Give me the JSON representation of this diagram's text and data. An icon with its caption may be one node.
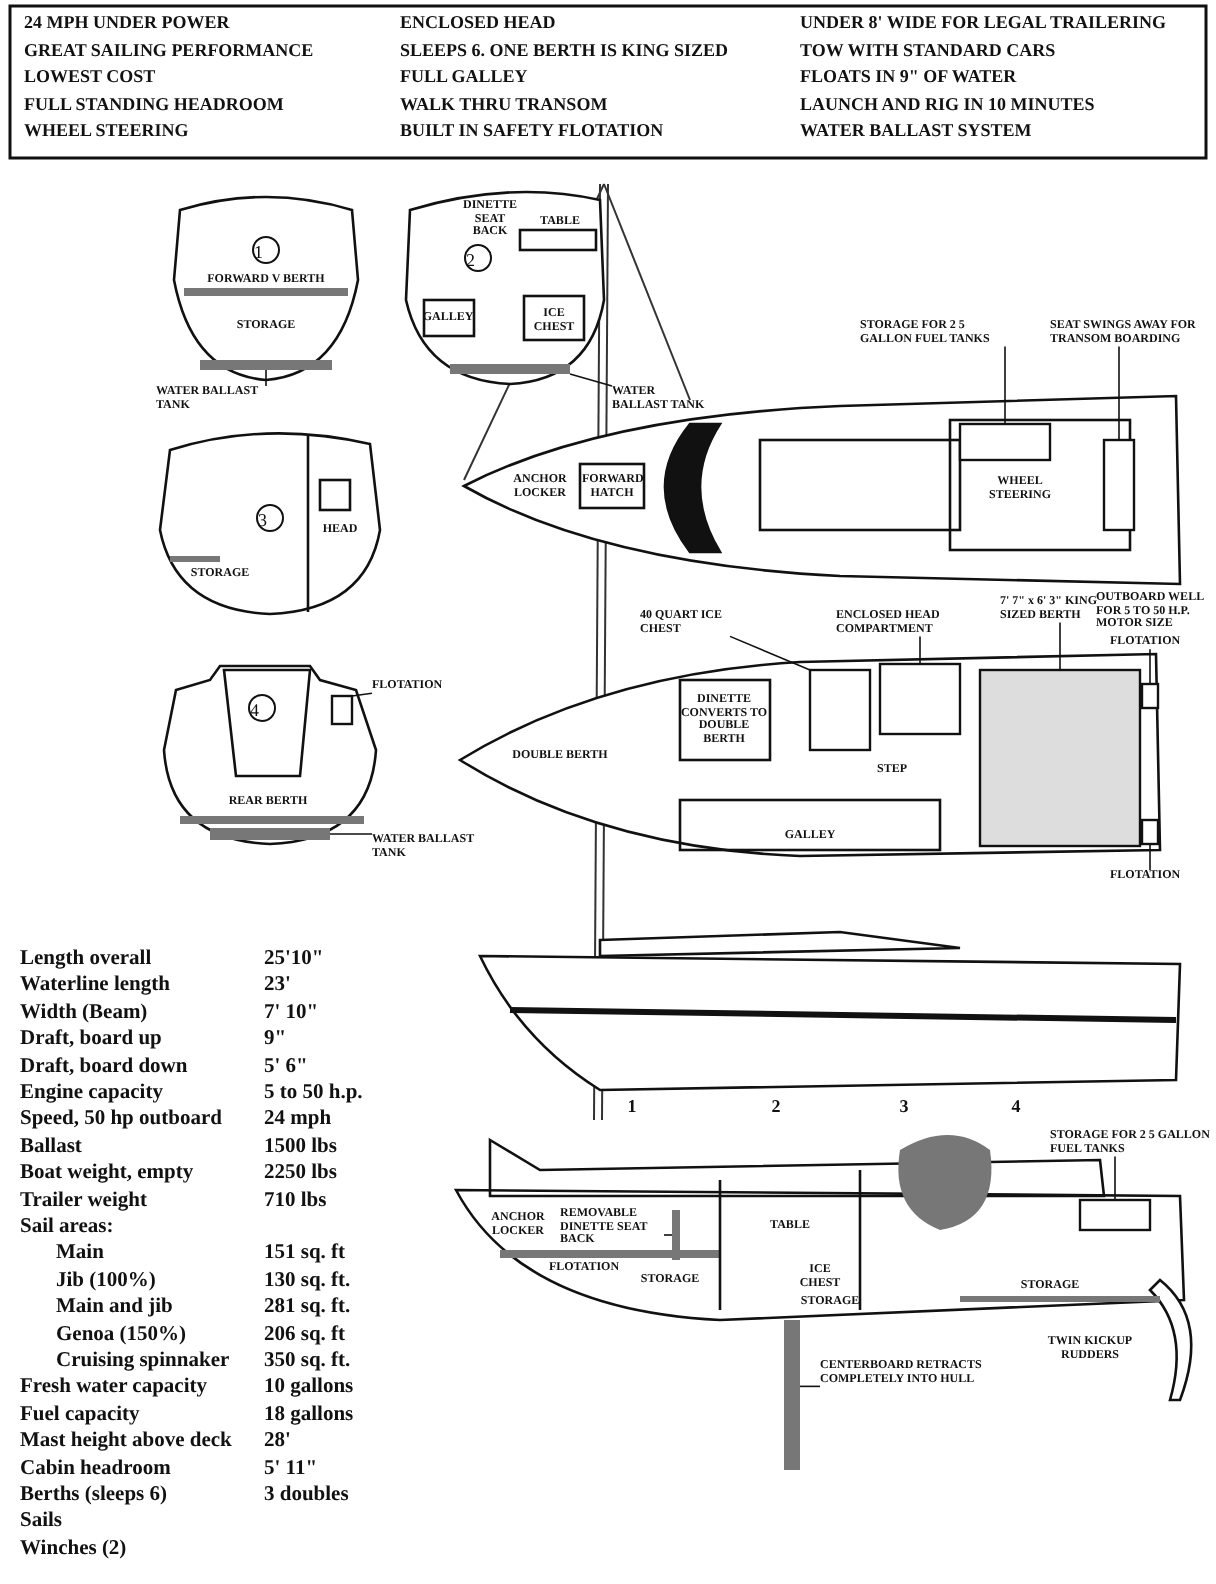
{
  "diagram": {
    "nodes": [
      {
        "text": [
          "1"
        ]
      },
      {
        "text": [
          "WATER BALLAST TANK"
        ]
      },
      {
        "text": [
          "2"
        ]
      },
      {
        "text": [
          "WATER BALLAST TANK"
        ]
      },
      {
        "text": [
          "3"
        ]
      },
      {
        "text": [
          "4"
        ]
      },
      {
        "text": [
          "FLOTATION"
        ]
      },
      {
        "text": [
          "WATER BALLAST TANK"
        ]
      },
      {
        "text": [
          "STORAGE FOR 2 5 GALLON FUEL TANKS"
        ]
      },
      {
        "text": [
          "SEAT SWINGS AWAY FOR TRANSOM BOARDING"
        ]
      },
      {
        "text": [
          "40 QUART ICE CHEST"
        ]
      },
      {
        "text": [
          "ENCLOSED HEAD COMPARTMENT"
        ]
      },
      {
        "text": [
          "7' 7\" x 6' 3\" KING SIZED BERTH"
        ]
      },
      {
        "text": [
          "FLOTATION"
        ]
      },
      {
        "text": [
          "FLOTATION"
        ]
      },
      {
        "text": [
          "REMOVABLE DINETTE SEAT BACK"
        ]
      },
      {
        "text": [
          "CENTERBOARD RETRACTS COMPLETELY INTO HULL"
        ]
      },
      {
        "text": [
          "STORAGE FOR 2 5 GALLON FUEL TANKS"
        ]
      },
      {
        "text": [],
        "shape": "bar"
      },
      {
        "text": [],
        "shape": "bar"
      },
      {
        "text": [],
        "shape": "box"
      },
      {
        "text": [],
        "shape": "bar"
      },
      {
        "text": [],
        "shape": "box"
      },
      {
        "text": [],
        "shape": "box"
      },
      {
        "text": [],
        "shape": "box"
      },
      {
        "text": [],
        "shape": "box"
      },
      {
        "text": [],
        "shape": "box"
      },
      {
        "text": [],
        "shape": "box"
      },
      {
        "text": [],
        "shape": "box"
      },
      {
        "text": [],
        "shape": "bar"
      },
      {
        "text": [],
        "shape": "bar"
      },
      {
        "text": [],
        "shape": "box"
      }
    ],
    "edges": [
      {
        "from": 1,
        "to": 18,
        "arrow": "none"
      },
      {
        "from": 3,
        "to": 19,
        "arrow": "none"
      },
      {
        "from": 6,
        "to": 20,
        "arrow": "none"
      },
      {
        "from": 7,
        "to": 21,
        "arrow": "none"
      },
      {
        "from": 8,
        "to": 22,
        "arrow": "none"
      },
      {
        "from": 9,
        "to": 23,
        "arrow": "none"
      },
      {
        "from": 10,
        "to": 24,
        "arrow": "none"
      },
      {
        "from": 11,
        "to": 25,
        "arrow": "none"
      },
      {
        "from": 12,
        "to": 26,
        "arrow": "none"
      },
      {
        "from": 13,
        "to": 27,
        "arrow": "none"
      },
      {
        "from": 14,
        "to": 28,
        "arrow": "none"
      },
      {
        "from": 15,
        "to": 29,
        "arrow": "none"
      },
      {
        "from": 16,
        "to": 30,
        "arrow": "none"
      },
      {
        "from": 17,
        "to": 31,
        "arrow": "none"
      }
    ],
    "labels": [
      "24 MPH UNDER POWER",
      "GREAT SAILING PERFORMANCE",
      "LOWEST COST",
      "FULL STANDING HEADROOM",
      "WHEEL STEERING",
      "ENCLOSED HEAD",
      "SLEEPS 6. ONE BERTH IS KING SIZED",
      "FULL GALLEY",
      "WALK THRU TRANSOM",
      "BUILT IN SAFETY FLOTATION",
      "UNDER 8' WIDE FOR LEGAL TRAILERING",
      "TOW WITH STANDARD CARS",
      "FLOATS IN 9\" OF WATER",
      "LAUNCH AND RIG IN 10 MINUTES",
      "WATER BALLAST SYSTEM",
      "FORWARD V BERTH",
      "STORAGE",
      "DINETTE SEAT BACK",
      "TABLE",
      "ICE CHEST",
      "GALLEY",
      "ANCHOR LOCKER",
      "FORWARD HATCH",
      "WHEEL STEERING",
      "HEAD",
      "STORAGE",
      "OUTBOARD WELL FOR 5 TO 50 H.P. MOTOR SIZE",
      "DOUBLE BERTH",
      "DINETTE CONVERTS TO DOUBLE BERTH",
      "STEP",
      "REAR BERTH",
      "GALLEY",
      "1",
      "2",
      "3",
      "4",
      "ANCHOR LOCKER",
      "TABLE",
      "ICE CHEST",
      "FLOTATION",
      "STORAGE",
      "STORAGE",
      "STORAGE",
      "TWIN KICKUP RUDDERS",
      "Length overall",
      "25'10\"",
      "Waterline length",
      "23'",
      "Width (Beam)",
      "7' 10\"",
      "Draft, board up",
      "9\"",
      "Draft, board down",
      "5' 6\"",
      "Engine capacity",
      "5 to 50 h.p.",
      "Speed, 50 hp outboard",
      "24 mph",
      "Ballast",
      "1500 lbs",
      "Boat weight, empty",
      "2250 lbs",
      "Trailer weight",
      "710 lbs",
      "Sail areas:",
      "Main",
      "151 sq. ft",
      "Jib (100%)",
      "130 sq. ft.",
      "Main and jib",
      "281 sq. ft.",
      "Genoa (150%)",
      "206 sq. ft",
      "Cruising spinnaker",
      "350 sq. ft.",
      "Fresh water capacity",
      "10 gallons",
      "Fuel capacity",
      "18 gallons",
      "Mast height above deck",
      "28'",
      "Cabin headroom",
      "5' 11\"",
      "Berths (sleeps 6)",
      "3 doubles",
      "Sails",
      "Winches (2)"
    ]
  }
}
